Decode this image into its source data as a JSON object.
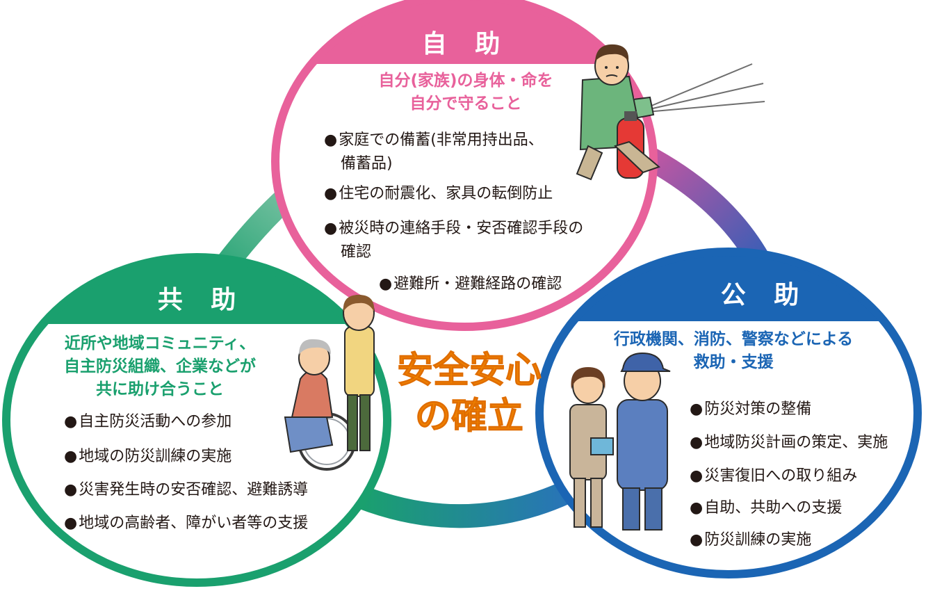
{
  "colors": {
    "jijo": "#e8619b",
    "kyojo": "#1aa06e",
    "kojo": "#1b65b4",
    "center": "#f08300",
    "ring_blue": "#3a5fb4",
    "ring_green": "#74c69d"
  },
  "jijo": {
    "title": "自 助",
    "subtitle_lines": [
      "自分(家族)の身体・命を",
      "自分で守ること"
    ],
    "items": [
      {
        "bullet": "●",
        "lines": [
          "家庭での備蓄(非常用持出品、",
          "備蓄品)"
        ]
      },
      {
        "bullet": "●",
        "lines": [
          "住宅の耐震化、家具の転倒防止"
        ]
      },
      {
        "bullet": "●",
        "lines": [
          "被災時の連絡手段・安否確認手段の",
          "確認"
        ]
      },
      {
        "bullet": "●",
        "lines": [
          "避難所・避難経路の確認"
        ]
      }
    ]
  },
  "kyojo": {
    "title": "共 助",
    "subtitle_lines": [
      "近所や地域コミュニティ、",
      "自主防災組織、企業などが",
      "共に助け合うこと"
    ],
    "items": [
      {
        "bullet": "●",
        "text": "自主防災活動への参加"
      },
      {
        "bullet": "●",
        "text": "地域の防災訓練の実施"
      },
      {
        "bullet": "●",
        "text": "災害発生時の安否確認、避難誘導"
      },
      {
        "bullet": "●",
        "text": "地域の高齢者、障がい者等の支援"
      }
    ]
  },
  "kojo": {
    "title": "公 助",
    "subtitle_lines": [
      "行政機関、消防、警察などによる",
      "救助・支援"
    ],
    "items": [
      {
        "bullet": "●",
        "text": "防災対策の整備"
      },
      {
        "bullet": "●",
        "text": "地域防災計画の策定、実施"
      },
      {
        "bullet": "●",
        "text": "災害復旧への取り組み"
      },
      {
        "bullet": "●",
        "text": "自助、共助への支援"
      },
      {
        "bullet": "●",
        "text": "防災訓練の実施"
      }
    ]
  },
  "center": {
    "lines": [
      "安全安心",
      "の確立"
    ]
  },
  "illustrations": {
    "jijo": "person-with-fire-extinguisher",
    "kyojo": "caregiver-with-wheelchair",
    "kojo": "official-and-firefighter"
  }
}
